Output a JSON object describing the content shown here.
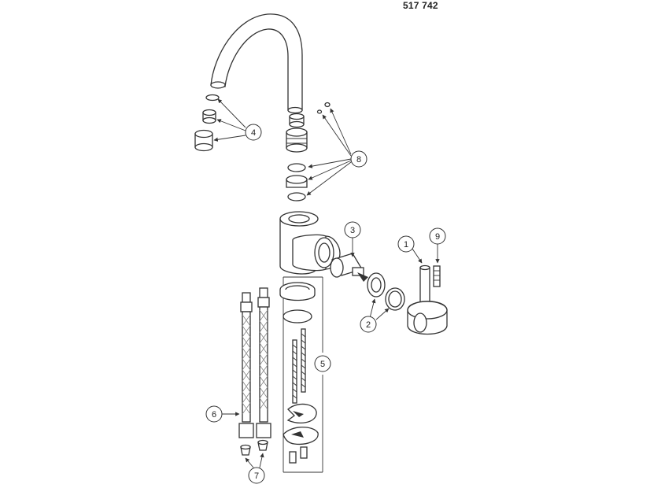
{
  "reference_number": "517 742",
  "callouts": [
    {
      "id": "c1",
      "label": "1"
    },
    {
      "id": "c2",
      "label": "2"
    },
    {
      "id": "c3",
      "label": "3"
    },
    {
      "id": "c4",
      "label": "4"
    },
    {
      "id": "c5",
      "label": "5"
    },
    {
      "id": "c6",
      "label": "6"
    },
    {
      "id": "c7",
      "label": "7"
    },
    {
      "id": "c8",
      "label": "8"
    },
    {
      "id": "c9",
      "label": "9"
    }
  ],
  "colors": {
    "line": "#333333",
    "fill": "#ffffff",
    "shade": "#555555",
    "braid": "#888888"
  }
}
